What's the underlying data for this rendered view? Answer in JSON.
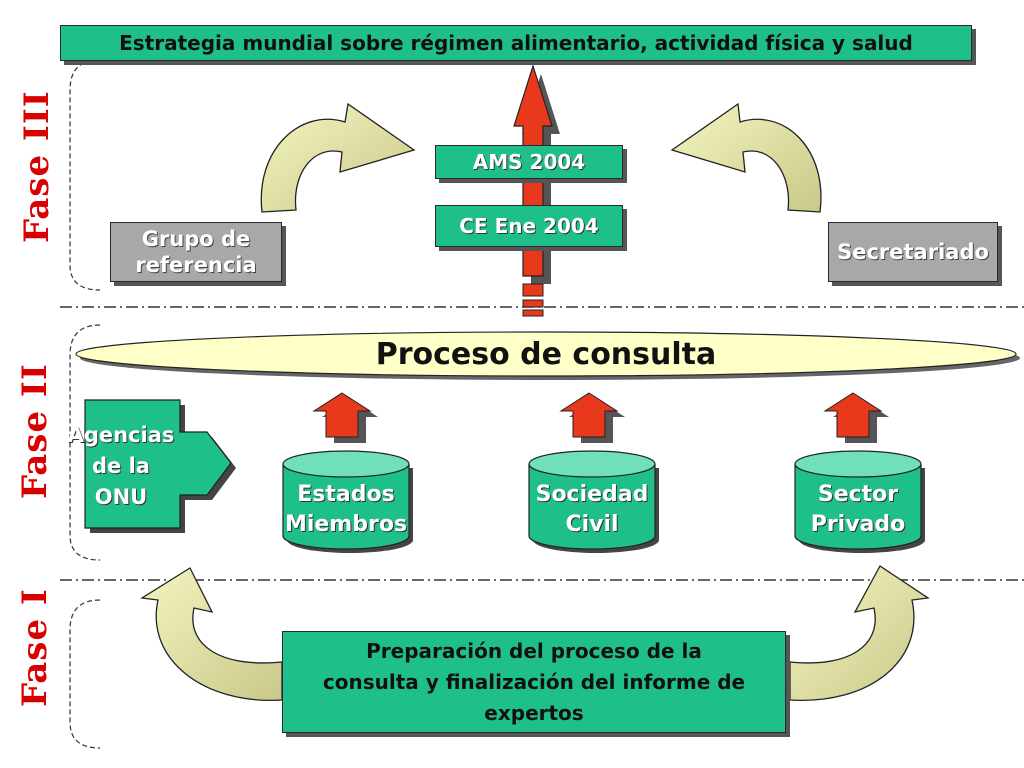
{
  "title": "Estrategia mundial sobre régimen alimentario, actividad física y salud",
  "phases": {
    "fase3": "Fase III",
    "fase2": "Fase II",
    "fase1": "Fase I"
  },
  "boxes": {
    "ams": "AMS 2004",
    "ce": "CE Ene 2004",
    "grupo_line1": "Grupo de",
    "grupo_line2": "referencia",
    "secretariado": "Secretariado",
    "proceso": "Proceso de consulta",
    "agencias_line1": "Agencias",
    "agencias_line2": "de la",
    "agencias_line3": "ONU",
    "estados_line1": "Estados",
    "estados_line2": "Miembros",
    "sociedad_line1": "Sociedad",
    "sociedad_line2": "Civil",
    "sector_line1": "Sector",
    "sector_line2": "Privado",
    "preparacion_line1": "Preparación del proceso de la",
    "preparacion_line2": "consulta y finalización del informe de",
    "preparacion_line3": "expertos"
  },
  "colors": {
    "teal": "#1fbf8c",
    "grey": "#a8a8a8",
    "red_arrow": "#e8391c",
    "yellow_ellipse": "#ffffc8",
    "curved_arrow": "#e8e89a",
    "phase_text": "#d90000"
  }
}
